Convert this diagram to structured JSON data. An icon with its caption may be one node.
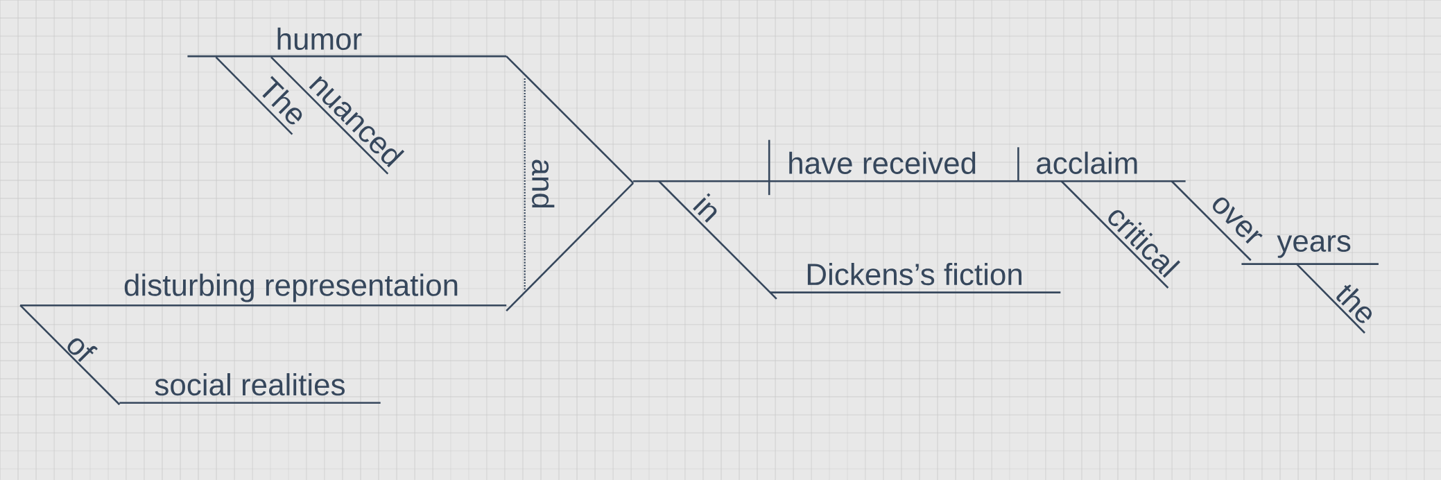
{
  "diagram": {
    "labels": [
      "humor",
      "The",
      "nuanced",
      "and",
      "disturbing representation",
      "of",
      "social realities",
      "in",
      "have received",
      "acclaim",
      "critical",
      "Dickens’s fiction",
      "over",
      "years",
      "the"
    ]
  }
}
